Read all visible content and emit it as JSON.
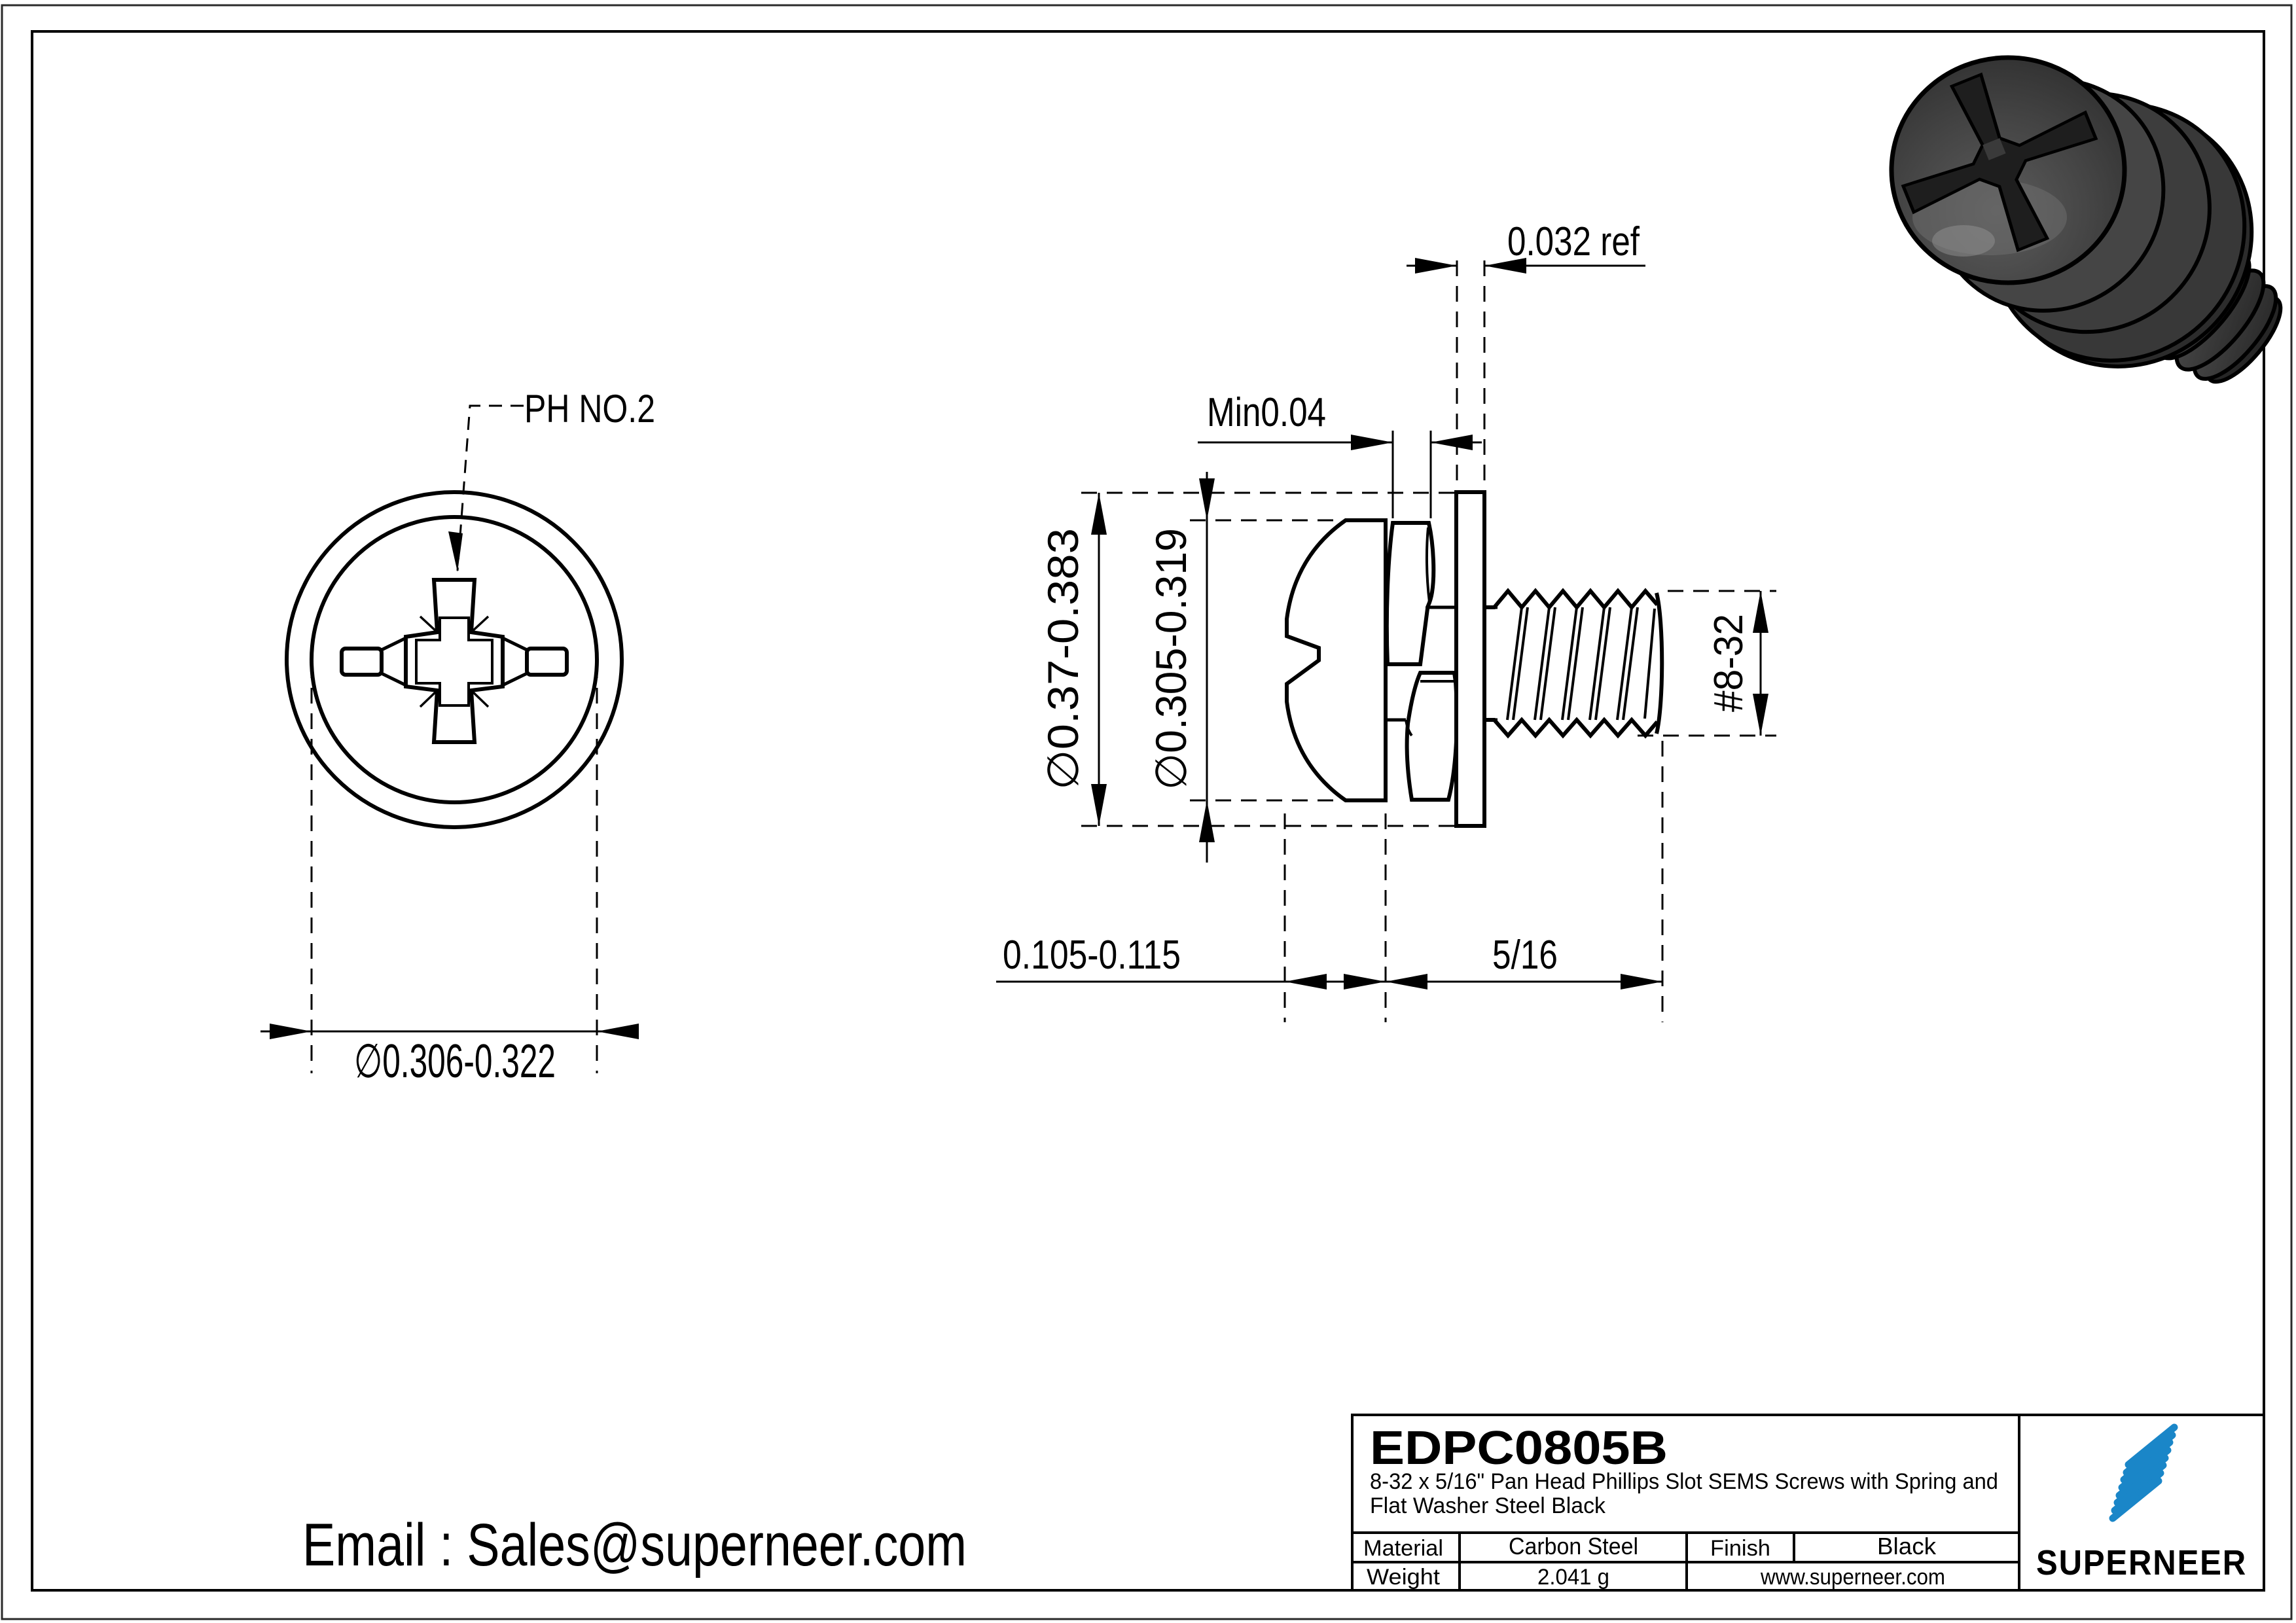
{
  "front_view": {
    "callout_drive": "PH NO.2",
    "dim_head_diameter": "∅0.306-0.322"
  },
  "side_view": {
    "dim_washer_od": "∅0.37-0.383",
    "dim_head_od": "∅0.305-0.319",
    "dim_flat_washer_thickness": "0.032 ref",
    "dim_spring_washer_min": "Min0.04",
    "dim_thread_size": "#8-32",
    "dim_head_height": "0.105-0.115",
    "dim_thread_length": "5/16"
  },
  "footer": {
    "email": "Email : Sales@superneer.com"
  },
  "title_block": {
    "part_number": "EDPC0805B",
    "description_line1": "8-32 x 5/16\" Pan Head Phillips Slot SEMS Screws with Spring and",
    "description_line2": "Flat Washer Steel Black",
    "material_label": "Material",
    "material_value": "Carbon Steel",
    "finish_label": "Finish",
    "finish_value": "Black",
    "weight_label": "Weight",
    "weight_value": "2.041 g",
    "website": "www.superneer.com",
    "brand": "SUPERNEER"
  },
  "colors": {
    "accent_blue": "#1a86c8",
    "line_black": "#000000",
    "render_body": "#3d3d3d"
  }
}
